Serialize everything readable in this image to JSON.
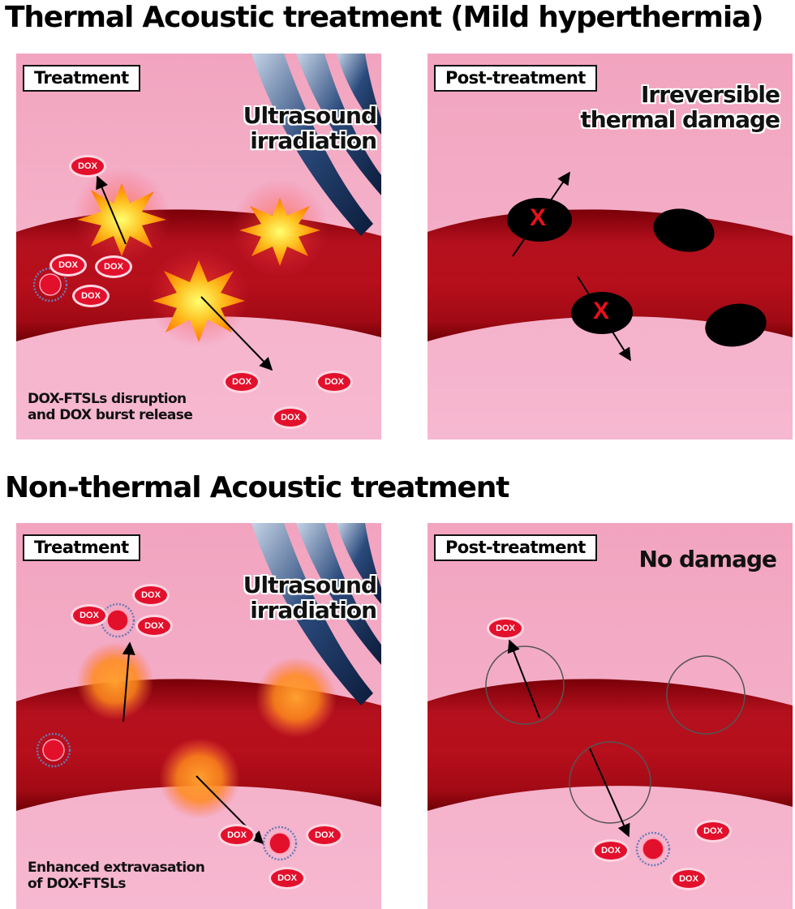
{
  "titles": {
    "thermal": "Thermal Acoustic treatment (Mild hyperthermia)",
    "nonthermal": "Non-thermal Acoustic treatment"
  },
  "panel1": {
    "tag": "Treatment",
    "ultrasound_line1": "Ultrasound",
    "ultrasound_line2": "irradiation",
    "caption_line1": "DOX-FTSLs disruption",
    "caption_line2": "and DOX burst release",
    "dox": [
      "DOX",
      "DOX",
      "DOX",
      "DOX",
      "DOX",
      "DOX",
      "DOX"
    ]
  },
  "panel2": {
    "tag": "Post-treatment",
    "label_line1": "Irreversible",
    "label_line2": "thermal damage",
    "mark": "X"
  },
  "panel3": {
    "tag": "Treatment",
    "ultrasound_line1": "Ultrasound",
    "ultrasound_line2": "irradiation",
    "caption_line1": "Enhanced extravasation",
    "caption_line2": "of DOX-FTSLs",
    "dox": [
      "DOX",
      "DOX",
      "DOX",
      "DOX",
      "DOX",
      "DOX"
    ]
  },
  "panel4": {
    "tag": "Post-treatment",
    "label": "No damage",
    "dox": [
      "DOX",
      "DOX",
      "DOX",
      "DOX"
    ]
  },
  "colors": {
    "tissue": "#f3a9c3",
    "vessel": "#b5101c",
    "vessel_dark": "#7a0008",
    "dox": "#e3102c",
    "ultrasound": "#1e3c6b"
  }
}
